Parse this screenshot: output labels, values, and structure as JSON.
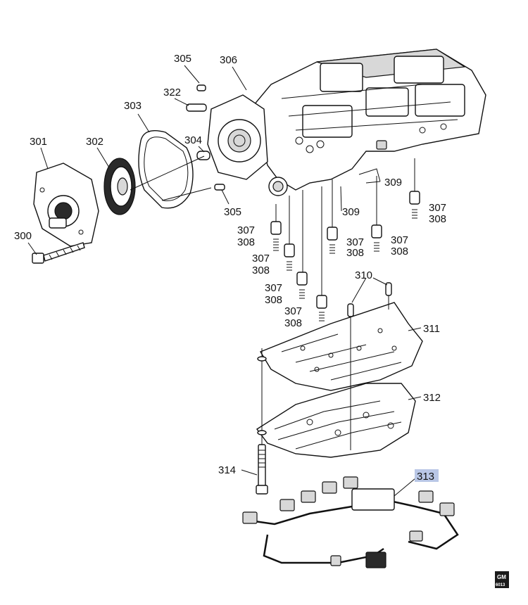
{
  "callouts": {
    "c300": "300",
    "c301": "301",
    "c302": "302",
    "c303": "303",
    "c304": "304",
    "c305a": "305",
    "c305b": "305",
    "c306": "306",
    "c322": "322",
    "c307a": "307",
    "c308a": "308",
    "c307b": "307",
    "c308b": "308",
    "c307c": "307",
    "c308c": "308",
    "c307d": "307",
    "c308d": "308",
    "c307e": "307",
    "c308e": "308",
    "c307f": "307",
    "c308f": "308",
    "c307g": "307",
    "c308g": "308",
    "c309a": "309",
    "c309b": "309",
    "c310": "310",
    "c311": "311",
    "c312": "312",
    "c313": "313",
    "c314": "314"
  },
  "highlight": "313",
  "logo": {
    "line1": "GM",
    "line2": "6013"
  },
  "colors": {
    "highlight": "#b9c7e6",
    "ink": "#111111"
  }
}
